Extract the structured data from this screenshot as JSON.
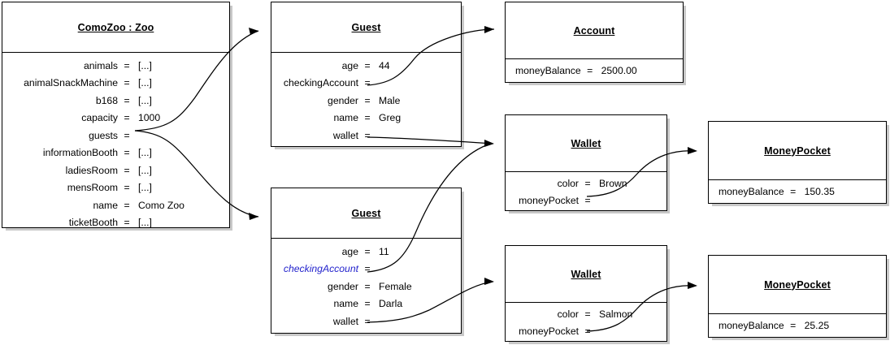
{
  "diagram": {
    "type": "uml-object-diagram",
    "background": "#ffffff",
    "line_color": "#000000",
    "abstract_color": "#2222cc"
  },
  "objects": {
    "zoo": {
      "title": "ComoZoo : Zoo",
      "attributes": [
        {
          "name": "animals",
          "eq": "=",
          "value": "[...]"
        },
        {
          "name": "animalSnackMachine",
          "eq": "=",
          "value": "[...]"
        },
        {
          "name": "b168",
          "eq": "=",
          "value": "[...]"
        },
        {
          "name": "capacity",
          "eq": "=",
          "value": "1000"
        },
        {
          "name": "guests",
          "eq": "=",
          "value": ""
        },
        {
          "name": "informationBooth",
          "eq": "=",
          "value": "[...]"
        },
        {
          "name": "ladiesRoom",
          "eq": "=",
          "value": "[...]"
        },
        {
          "name": "mensRoom",
          "eq": "=",
          "value": "[...]"
        },
        {
          "name": "name",
          "eq": "=",
          "value": "Como Zoo"
        },
        {
          "name": "ticketBooth",
          "eq": "=",
          "value": "[...]"
        }
      ]
    },
    "guest1": {
      "title": "Guest",
      "attributes": [
        {
          "name": "age",
          "eq": "=",
          "value": "44"
        },
        {
          "name": "checkingAccount",
          "eq": "=",
          "value": ""
        },
        {
          "name": "gender",
          "eq": "=",
          "value": "Male"
        },
        {
          "name": "name",
          "eq": "=",
          "value": "Greg"
        },
        {
          "name": "wallet",
          "eq": "=",
          "value": ""
        }
      ]
    },
    "guest2": {
      "title": "Guest",
      "attributes": [
        {
          "name": "age",
          "eq": "=",
          "value": "11"
        },
        {
          "name": "checkingAccount",
          "eq": "=",
          "value": "",
          "abstract": true
        },
        {
          "name": "gender",
          "eq": "=",
          "value": "Female"
        },
        {
          "name": "name",
          "eq": "=",
          "value": "Darla"
        },
        {
          "name": "wallet",
          "eq": "=",
          "value": ""
        }
      ]
    },
    "account": {
      "title": "Account",
      "attributes": [
        {
          "name": "moneyBalance",
          "eq": "=",
          "value": "2500.00"
        }
      ]
    },
    "wallet1": {
      "title": "Wallet",
      "attributes": [
        {
          "name": "color",
          "eq": "=",
          "value": "Brown"
        },
        {
          "name": "moneyPocket",
          "eq": "=",
          "value": ""
        }
      ]
    },
    "wallet2": {
      "title": "Wallet",
      "attributes": [
        {
          "name": "color",
          "eq": "=",
          "value": "Salmon"
        },
        {
          "name": "moneyPocket",
          "eq": "=",
          "value": ""
        }
      ]
    },
    "moneypocket1": {
      "title": "MoneyPocket",
      "attributes": [
        {
          "name": "moneyBalance",
          "eq": "=",
          "value": "150.35"
        }
      ]
    },
    "moneypocket2": {
      "title": "MoneyPocket",
      "attributes": [
        {
          "name": "moneyBalance",
          "eq": "=",
          "value": "25.25"
        }
      ]
    }
  },
  "links": [
    {
      "from": "zoo.guests",
      "to": "guest1"
    },
    {
      "from": "zoo.guests",
      "to": "guest2"
    },
    {
      "from": "guest1.checkingAccount",
      "to": "account"
    },
    {
      "from": "guest1.wallet",
      "to": "wallet1"
    },
    {
      "from": "guest2.checkingAccount",
      "to": "wallet1"
    },
    {
      "from": "guest2.wallet",
      "to": "wallet2"
    },
    {
      "from": "wallet1.moneyPocket",
      "to": "moneypocket1"
    },
    {
      "from": "wallet2.moneyPocket",
      "to": "moneypocket2"
    }
  ]
}
